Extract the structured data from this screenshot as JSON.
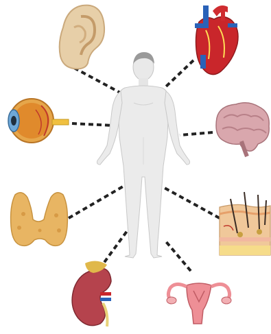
{
  "diagram": {
    "center": {
      "name": "human-body"
    },
    "organs": [
      {
        "name": "ear",
        "icon": "ear-icon"
      },
      {
        "name": "heart",
        "icon": "heart-icon"
      },
      {
        "name": "eye",
        "icon": "eye-icon"
      },
      {
        "name": "brain",
        "icon": "brain-icon"
      },
      {
        "name": "thyroid",
        "icon": "thyroid-icon"
      },
      {
        "name": "skin",
        "icon": "skin-icon"
      },
      {
        "name": "kidney",
        "icon": "kidney-icon"
      },
      {
        "name": "uterus",
        "icon": "uterus-icon"
      }
    ],
    "colors": {
      "body": "#e9e9e9",
      "body_outline": "#c4c4c4",
      "connector": "#222222",
      "ear": "#e7cfa8",
      "heart_red": "#c9262b",
      "heart_blue": "#2a62b8",
      "eye": "#e08a2c",
      "brain": "#d9a7ad",
      "thyroid": "#e8b563",
      "skin": "#f0c89a",
      "kidney": "#b5434d",
      "uterus": "#ee8f96"
    }
  }
}
